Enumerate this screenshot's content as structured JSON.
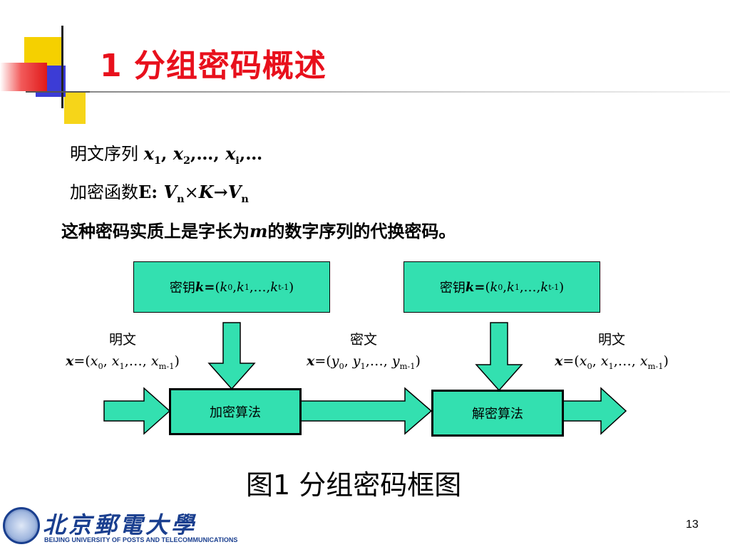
{
  "title": "1  分组密码概述",
  "lines": {
    "line1_text": "明文序列 ",
    "line2_text": "加密函数",
    "line3_pre": "这种密码实质上是字长为",
    "line3_var": "m",
    "line3_post": "的数字序列的代换密码。"
  },
  "diagram": {
    "key_label": "密钥",
    "plaintext_label": "明文",
    "ciphertext_label": "密文",
    "encrypt_label": "加密算法",
    "decrypt_label": "解密算法"
  },
  "caption": "图1 分组密码框图",
  "page_number": "13",
  "logo": {
    "name_cn": "北京郵電大學",
    "name_en": "BEIJING UNIVERSITY OF POSTS AND TELECOMMUNICATIONS"
  },
  "colors": {
    "title": "#e8101c",
    "box_fill": "#33e0b0",
    "arrow_fill": "#33e0b0",
    "logo": "#1a3f8f"
  }
}
